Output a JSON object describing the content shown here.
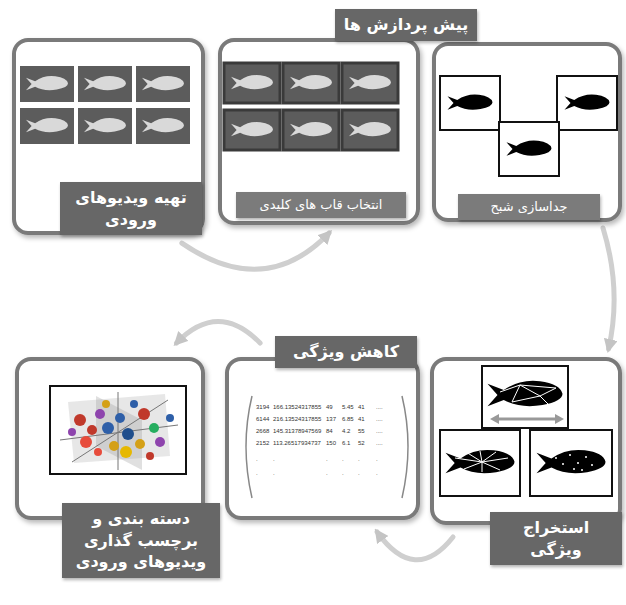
{
  "diagram": {
    "nodes": [
      {
        "text": [
          "تهیه ویدیوهای ورودی"
        ]
      },
      {
        "text": [
          "انتخاب قاب های کلیدی"
        ]
      },
      {
        "text": [
          "جداسازی شبح"
        ]
      },
      {
        "text": [
          "استخراج ویژگی"
        ]
      },
      {
        "text": [
          "کاهش ویژگی"
        ]
      },
      {
        "text": [
          "دسته بندی و برچسب گذاری ویدیوهای ورودی"
        ]
      }
    ],
    "edges": [
      {
        "from": 0,
        "to": 1,
        "arrow": "to"
      },
      {
        "from": 2,
        "to": 3,
        "arrow": "to"
      },
      {
        "from": 3,
        "to": 4,
        "arrow": "to"
      },
      {
        "from": 4,
        "to": 5,
        "arrow": "to"
      }
    ],
    "labels": [
      "پیش پردازش ها",
      "3194",
      "166.13524317855",
      "49",
      "5.45",
      "41",
      "....",
      "6144",
      "216.13524317855",
      "137",
      "6.85",
      "41",
      "....",
      "2668",
      "145.31378947569",
      "84",
      "4.2",
      "55",
      "....",
      "2152",
      "113.26517934737",
      "150",
      "6.1",
      "52",
      "....",
      ".",
      ".",
      ".",
      ".",
      ".",
      ".",
      ".",
      ".",
      ".",
      ".",
      ".",
      "."
    ]
  }
}
